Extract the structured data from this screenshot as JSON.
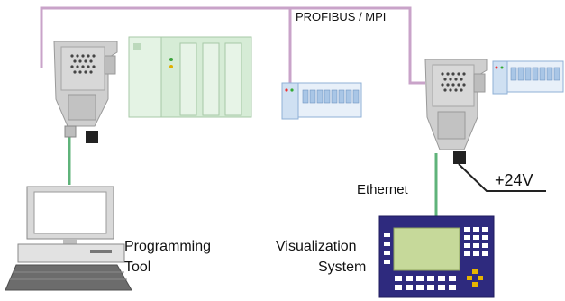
{
  "labels": {
    "bus": "PROFIBUS / MPI",
    "ethernet": "Ethernet",
    "power": "+24V",
    "programming_tool_line1": "Programming",
    "programming_tool_line2": "Tool",
    "visualization_line1": "Visualization",
    "visualization_line2": "System"
  },
  "colors": {
    "profibus_cable": "#c9a3c9",
    "ethernet_cable": "#5fb37a",
    "device_gray": "#c8c8c8",
    "plc_green": "#d6ecd6",
    "hmi_purple": "#2e2a7e",
    "io_blue": "#a9c6e6"
  }
}
